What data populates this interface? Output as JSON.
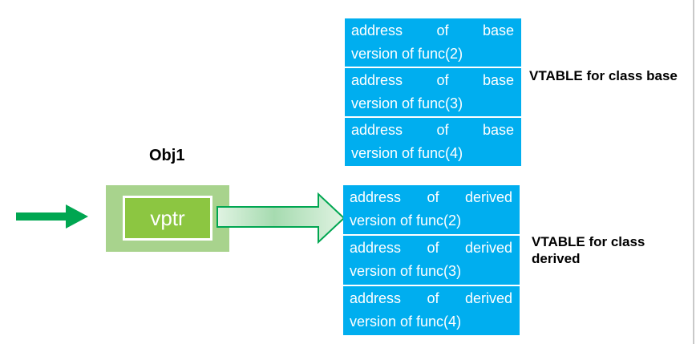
{
  "object": {
    "label": "Obj1",
    "vptr_label": "vptr"
  },
  "vtable_base": {
    "caption": "VTABLE for class base",
    "rows": [
      {
        "words": [
          "address",
          "of",
          "base"
        ],
        "line2": "version of func(2)"
      },
      {
        "words": [
          "address",
          "of",
          "base"
        ],
        "line2": "version of func(3)"
      },
      {
        "words": [
          "address",
          "of",
          "base"
        ],
        "line2": "version of func(4)"
      }
    ]
  },
  "vtable_derived": {
    "caption": "VTABLE for class derived",
    "rows": [
      {
        "words": [
          "address",
          "of",
          "derived"
        ],
        "line2": "version of func(2)"
      },
      {
        "words": [
          "address",
          "of",
          "derived"
        ],
        "line2": "version of func(3)"
      },
      {
        "words": [
          "address",
          "of",
          "derived"
        ],
        "line2": "version of func(4)"
      }
    ]
  },
  "icons": {
    "pointer_arrow": "right-arrow",
    "vptr_link_arrow": "right-arrow-gradient"
  },
  "colors": {
    "cell_blue": "#00AEEF",
    "arrow_green": "#00A651",
    "box_outer": "#A8D38D",
    "box_inner": "#8CC641",
    "arrow_fill_edge": "#E0F3E2",
    "arrow_fill_mid": "#A6DBB0"
  }
}
